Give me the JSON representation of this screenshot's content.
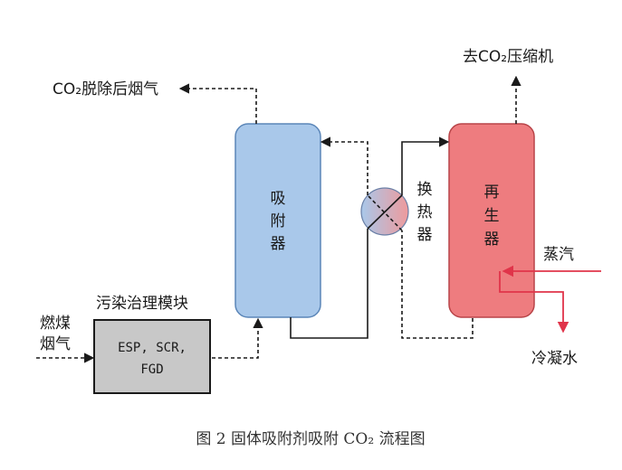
{
  "labels": {
    "co2_removed_flue_gas": "CO₂脱除后烟气",
    "to_co2_compressor": "去CO₂压缩机",
    "coal_flue_gas": [
      "燃煤",
      "烟气"
    ],
    "pollution_module": "污染治理模块",
    "module_content": [
      "ESP, SCR,",
      "FGD"
    ],
    "adsorber": [
      "吸",
      "附",
      "器"
    ],
    "heat_exchanger": [
      "换",
      "热",
      "器"
    ],
    "regenerator": [
      "再",
      "生",
      "器"
    ],
    "steam": "蒸汽",
    "condensate": "冷凝水"
  },
  "caption": "图 2    固体吸附剂吸附 CO₂ 流程图",
  "colors": {
    "adsorber_fill": "#a9c8ea",
    "adsorber_stroke": "#5b86b8",
    "regenerator_fill": "#ee7c7f",
    "regenerator_stroke": "#b84448",
    "module_fill": "#c8c8c8",
    "steam_line": "#e0344a"
  }
}
